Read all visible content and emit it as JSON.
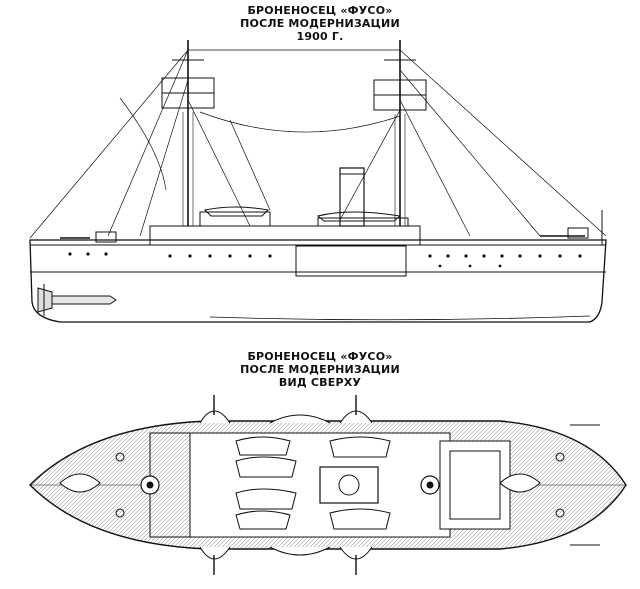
{
  "side_view": {
    "title_line1": "БРОНЕНОСЕЦ «ФУСО»",
    "title_line2": "ПОСЛЕ МОДЕРНИЗАЦИИ",
    "title_line3": "1900 Г."
  },
  "top_view": {
    "title_line1": "БРОНЕНОСЕЦ «ФУСО»",
    "title_line2": "ПОСЛЕ МОДЕРНИЗАЦИИ",
    "title_line3": "ВИД СВЕРХУ"
  },
  "colors": {
    "line": "#111111",
    "paper": "#ffffff",
    "deck_hatch": "#9a9a9a"
  }
}
